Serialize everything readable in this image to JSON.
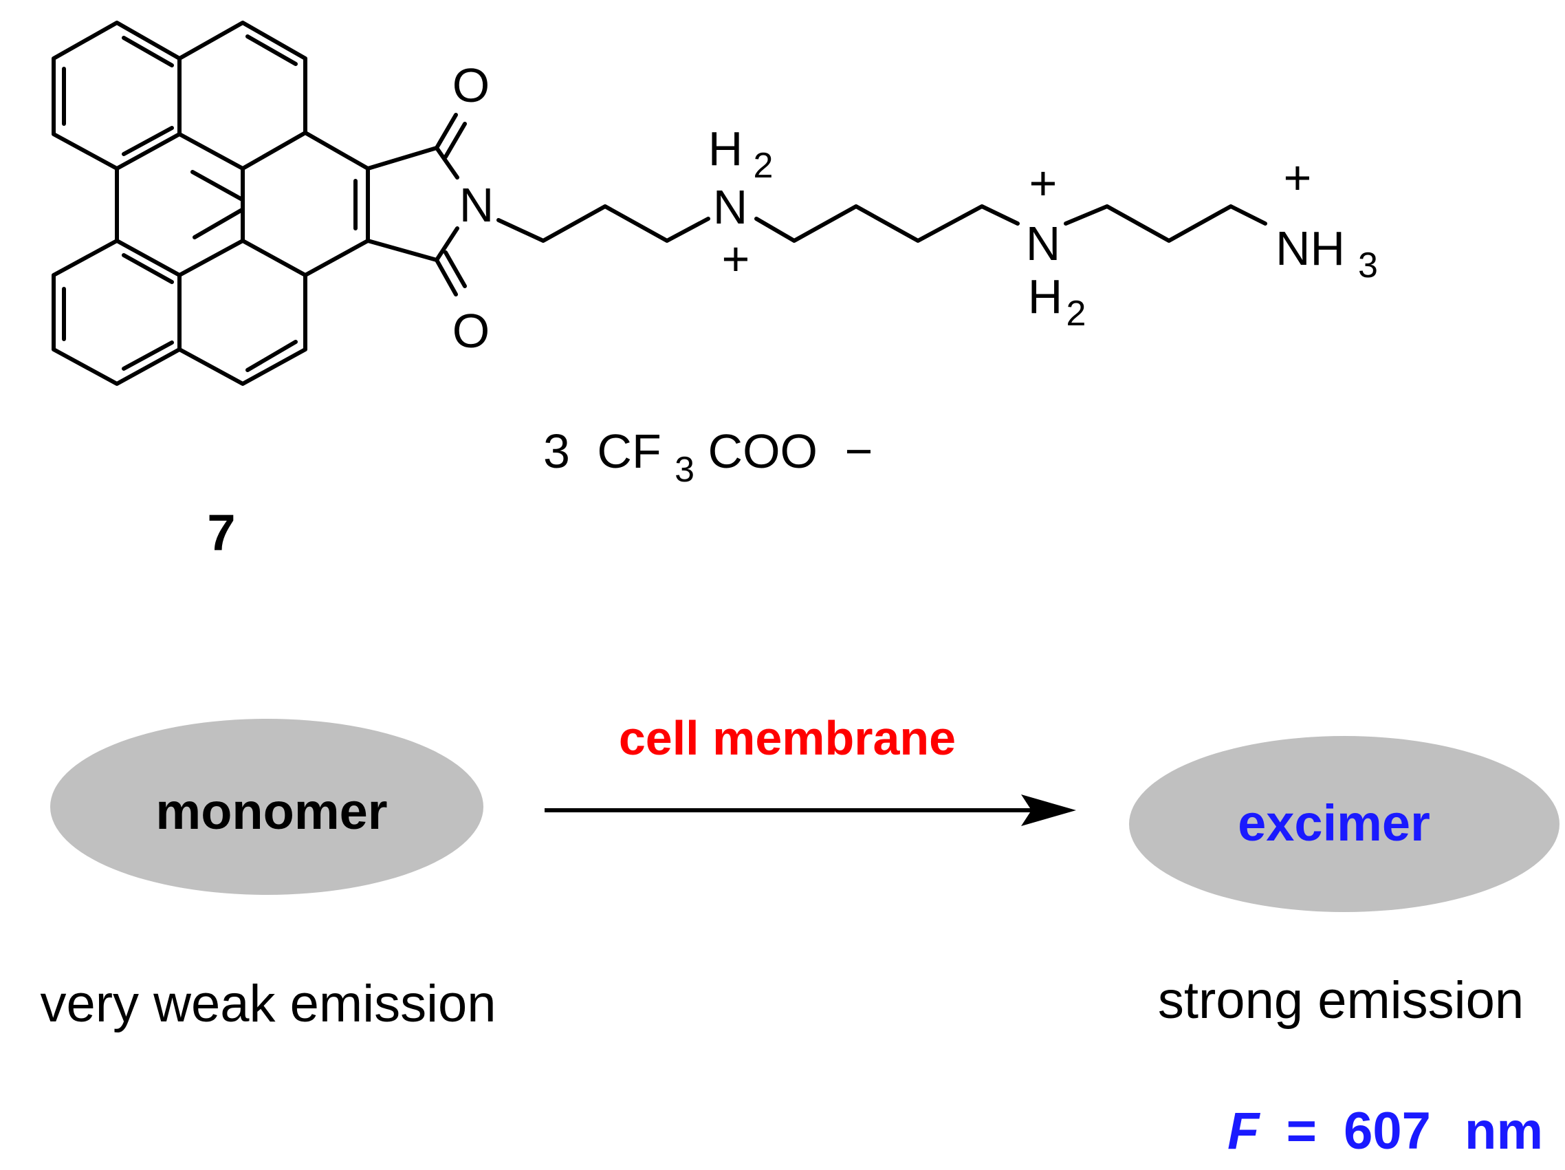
{
  "molecule": {
    "atoms": {
      "oxygen_top": "O",
      "oxygen_bottom": "O",
      "imide_nitrogen": "N",
      "amine1": {
        "n": "N",
        "h": "H",
        "h_count": "2",
        "charge": "+"
      },
      "amine2": {
        "n": "N",
        "h": "H",
        "h_count": "2",
        "charge": "+"
      },
      "terminal_amine": {
        "n": "NH",
        "h_count": "3",
        "charge": "+"
      }
    },
    "counterion": {
      "coefficient": "3",
      "prefix": "CF",
      "sub": "3",
      "suffix": "COO",
      "charge": "−"
    },
    "compound_number": "7"
  },
  "scheme": {
    "start_state": "monomer",
    "end_state": "excimer",
    "condition": "cell membrane",
    "start_caption": "very weak emission",
    "end_caption": "strong emission",
    "wavelength": {
      "symbol": "F",
      "equals": "=",
      "value": "607",
      "unit": "nm"
    }
  },
  "colors": {
    "bond": "#000000",
    "ellipse_fill": "#c0c0c0",
    "condition_text": "#ff0000",
    "excimer_text": "#1a1aff",
    "wavelength_text": "#1a1aff"
  }
}
